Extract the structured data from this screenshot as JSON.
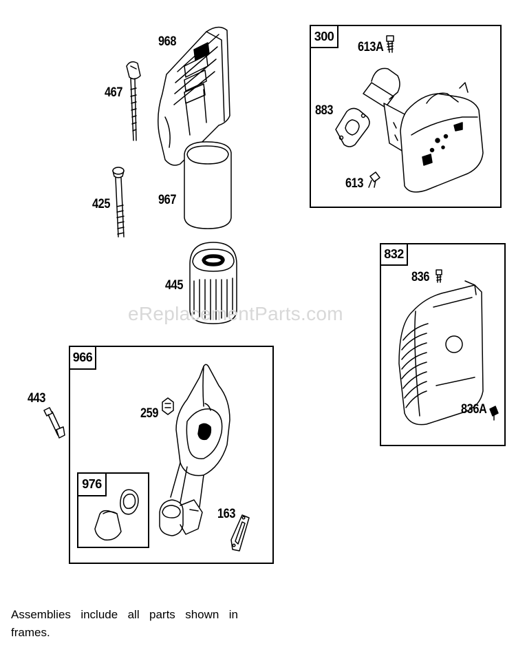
{
  "parts": {
    "p968": "968",
    "p467": "467",
    "p425": "425",
    "p967": "967",
    "p445": "445",
    "p300": "300",
    "p613a": "613A",
    "p883": "883",
    "p613": "613",
    "p832": "832",
    "p836": "836",
    "p836a": "836A",
    "p966": "966",
    "p443": "443",
    "p259": "259",
    "p976": "976",
    "p163": "163"
  },
  "watermark": "eReplacementParts.com",
  "footnote": "Assemblies include all parts shown in frames."
}
